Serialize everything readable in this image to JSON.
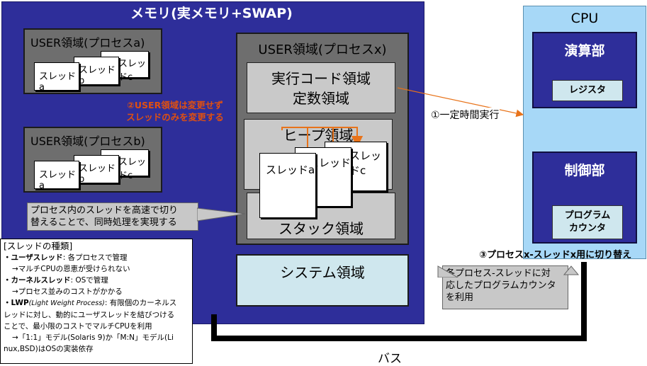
{
  "memory": {
    "title": "メモリ(実メモリ+SWAP)"
  },
  "user_a": {
    "title": "USER領域(プロセスa)",
    "threads": [
      "スレッドa",
      "スレッドb",
      "スレッドc"
    ]
  },
  "user_b": {
    "title": "USER領域(プロセスb)",
    "threads": [
      "スレッドa",
      "スレッドb",
      "スレッドc"
    ]
  },
  "user_x": {
    "title": "USER領域(プロセスx)",
    "code_line1": "実行コード領域",
    "code_line2": "定数領域",
    "heap": "ヒープ領域",
    "stack": "スタック領域",
    "threads": [
      "スレッドa",
      "スレッドb",
      "スレッドc"
    ]
  },
  "system": {
    "label": "システム領域"
  },
  "annotation_change": {
    "line1": "②USER領域は変更せず",
    "line2": "スレッドのみを変更する"
  },
  "callout_threads": {
    "line1": "プロセス内のスレッドを高速で切り",
    "line2": "替えることで、同時処理を実現する"
  },
  "kinds": {
    "title": "[スレッドの種類]",
    "user_label": "・ユーザスレッド",
    "user_desc": ": 各プロセスで管理",
    "user_sub": "→マルチCPUの恩恵が受けられない",
    "kernel_label": "・カーネルスレッド",
    "kernel_desc": ": OSで管理",
    "kernel_sub": "→プロセス並みのコストがかかる",
    "lwp_label": "・LWP",
    "lwp_paren": "(Light Weight Process)",
    "lwp_desc": ": 有限個のカーネルス",
    "lwp_line2": "レッドに対し、動的にユーザスレッドを結びつける",
    "lwp_line3": "ことで、最小限のコストでマルチCPUを利用",
    "lwp_line4": "→「1:1」モデル(Solaris 9)か「M:N」モデル(Li",
    "lwp_line5": "nux,BSD)はOSの実装依存"
  },
  "cpu": {
    "title": "CPU",
    "alu": "演算部",
    "register": "レジスタ",
    "control": "制御部",
    "pc_line1": "プログラム",
    "pc_line2": "カウンタ"
  },
  "label_exec": "①一定時間実行",
  "label_switch": "③プロセスx-スレッドx用に切り替え",
  "callout_pc": {
    "line1": "各プロセス-スレッドに対",
    "line2": "応したプログラムカウンタ",
    "line3": "を利用"
  },
  "bus_label": "バス"
}
